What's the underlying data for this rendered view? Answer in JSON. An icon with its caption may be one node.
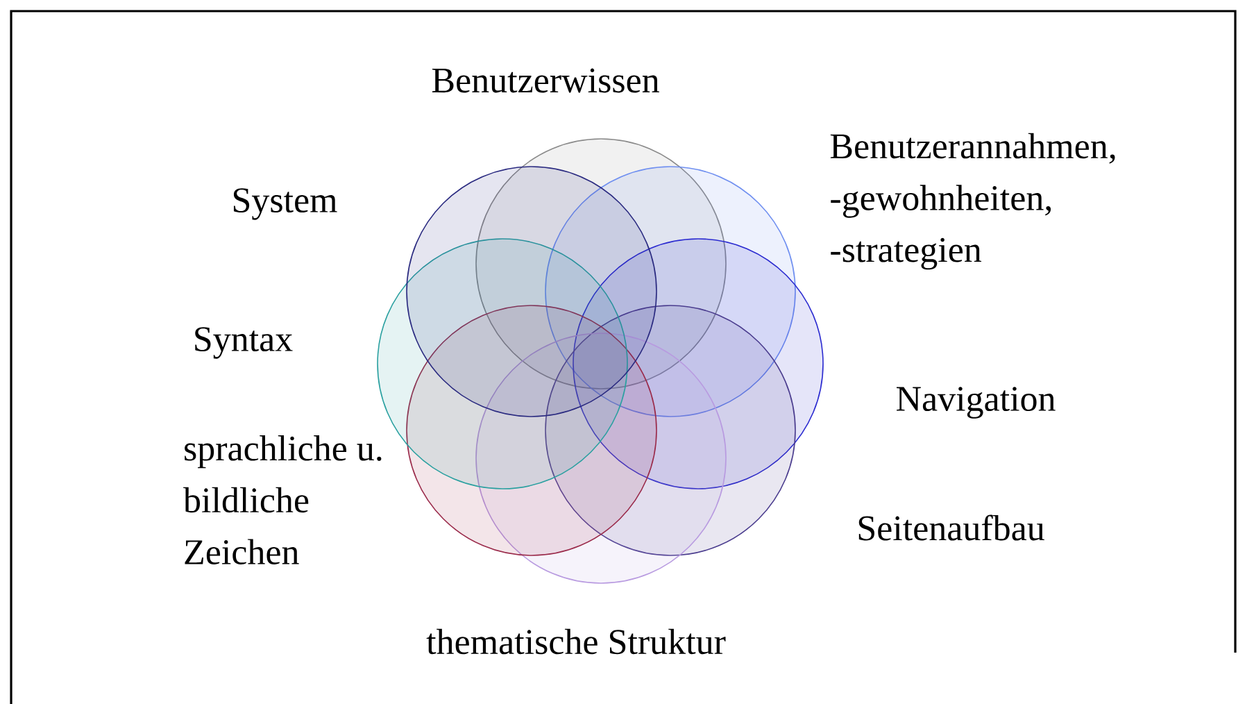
{
  "diagram": {
    "nodes": [
      {
        "text": [
          "Benutzerwissen"
        ]
      },
      {
        "text": [
          "Benutzerannahmen, -gewohnheiten, -strategien"
        ]
      },
      {
        "text": [
          "Navigation"
        ]
      },
      {
        "text": [
          "Seitenaufbau"
        ]
      },
      {
        "text": [
          "thematische Struktur"
        ]
      },
      {
        "text": [
          "sprachliche u. bildliche Zeichen"
        ]
      },
      {
        "text": [
          "Syntax"
        ]
      },
      {
        "text": [
          "System"
        ]
      }
    ]
  }
}
